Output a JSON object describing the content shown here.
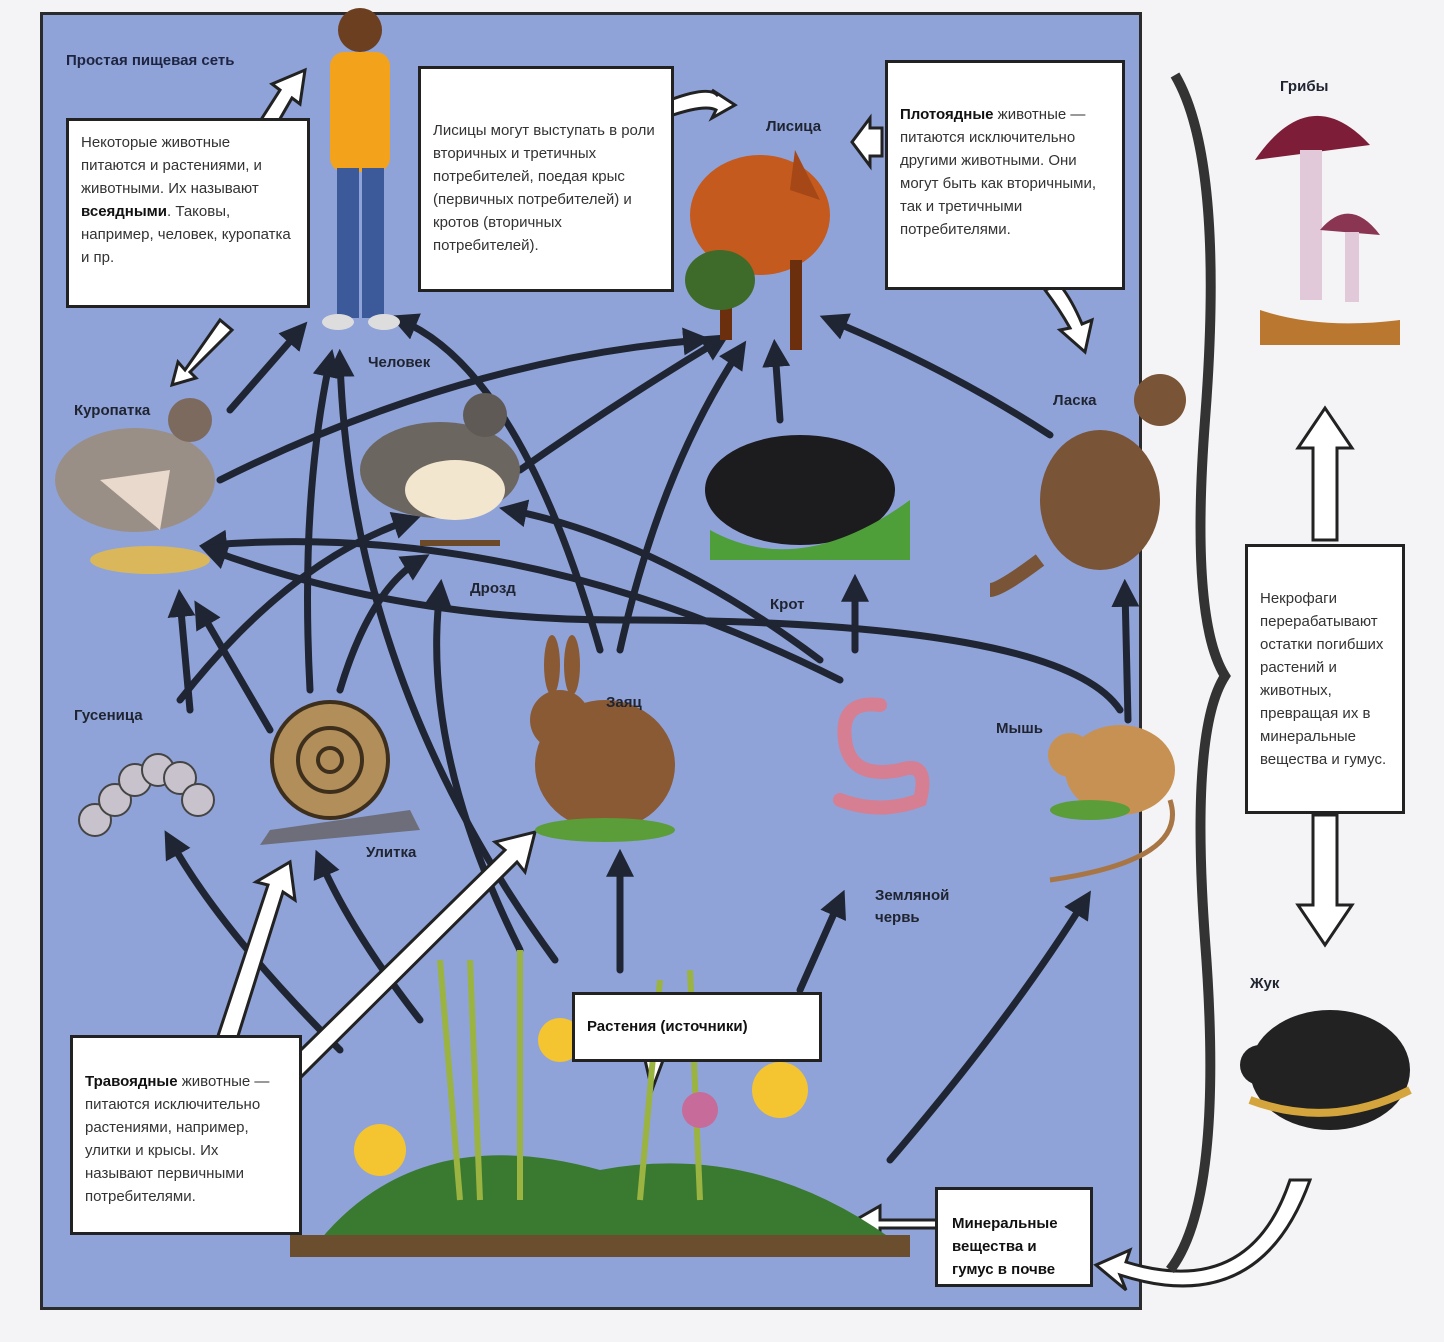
{
  "title": "Простая пищевая сеть",
  "boxes": {
    "omnivores": {
      "text_before": "Некоторые животные питаются и растениями, и животными. Их называют ",
      "bold": "всеядными",
      "text_after": ". Таковы, например, человек, куропатка и пр."
    },
    "fox_note": {
      "text": "Лисицы могут выступать в роли вторичных и третичных потребителей, поедая крыс (первичных потребителей) и кротов (вторичных потребителей)."
    },
    "carnivores": {
      "bold": "Плотоядные",
      "text": " животные — питаются исключительно другими животными. Они могут быть как вторичными, так и третичными потребителями."
    },
    "herbivores": {
      "bold": "Травоядные",
      "text": " животные — питаются исключительно растениями, например, улитки и крысы. Их называют первичными потребителями."
    },
    "plants": {
      "text": "Растения (источники)"
    },
    "minerals": {
      "text": "Минеральные вещества и гумус в почве"
    },
    "necrophages": {
      "text": "Некрофаги перерабатывают остатки погибших растений и животных, превращая их в минеральные вещества и гумус."
    }
  },
  "labels": {
    "human": "Человек",
    "fox": "Лисица",
    "partridge": "Куропатка",
    "thrush": "Дрозд",
    "mole": "Крот",
    "weasel": "Ласка",
    "caterpillar": "Гусеница",
    "snail": "Улитка",
    "hare": "Заяц",
    "worm": "Земляной червь",
    "mouse": "Мышь",
    "fungi": "Грибы",
    "beetle": "Жук"
  },
  "colors": {
    "panel": "#8fa3d9",
    "arrow": "#1f2533",
    "box_border": "#222222"
  }
}
